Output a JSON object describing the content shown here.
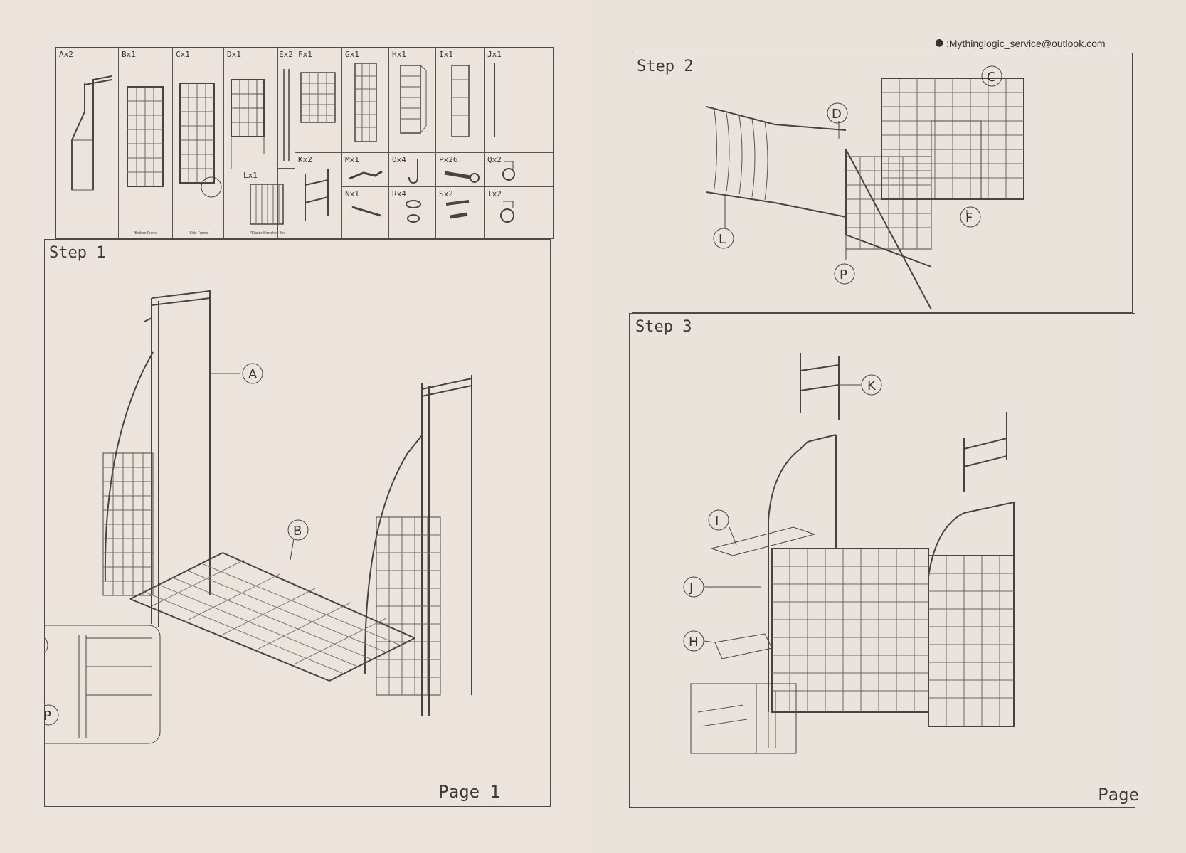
{
  "contact": {
    "email": ":Mythinglogic_service@outlook.com",
    "icon": "wechat-icon"
  },
  "parts_row1": [
    {
      "code": "Ax2",
      "note": ""
    },
    {
      "code": "Bx1",
      "note": "*Bottom Frame"
    },
    {
      "code": "Cx1",
      "note": "*Side Frame"
    },
    {
      "code": "Dx1",
      "note": ""
    },
    {
      "code": "Ex2",
      "note": ""
    },
    {
      "code": "Fx1",
      "note": ""
    },
    {
      "code": "Gx1",
      "note": ""
    },
    {
      "code": "Hx1",
      "note": ""
    },
    {
      "code": "Ix1",
      "note": ""
    },
    {
      "code": "Jx1",
      "note": ""
    }
  ],
  "part_L": {
    "code": "Lx1",
    "note": "*Elastic Stretched Bin"
  },
  "parts_hw_top": [
    {
      "code": "Kx2"
    },
    {
      "code": "Mx1"
    },
    {
      "code": "Ox4"
    },
    {
      "code": "Px26"
    },
    {
      "code": "Qx2"
    }
  ],
  "parts_hw_bottom": [
    {
      "code": "Nx1"
    },
    {
      "code": "Rx4"
    },
    {
      "code": "Sx2"
    },
    {
      "code": "Tx2"
    }
  ],
  "steps": {
    "step1": {
      "title": "Step 1",
      "callouts": [
        "A",
        "B",
        "M",
        "P"
      ]
    },
    "step2": {
      "title": "Step 2",
      "callouts": [
        "C",
        "D",
        "F",
        "L",
        "P"
      ]
    },
    "step3": {
      "title": "Step 3",
      "callouts": [
        "K",
        "I",
        "J",
        "H"
      ]
    }
  },
  "pages": {
    "left": "Page 1",
    "right": "Page"
  }
}
